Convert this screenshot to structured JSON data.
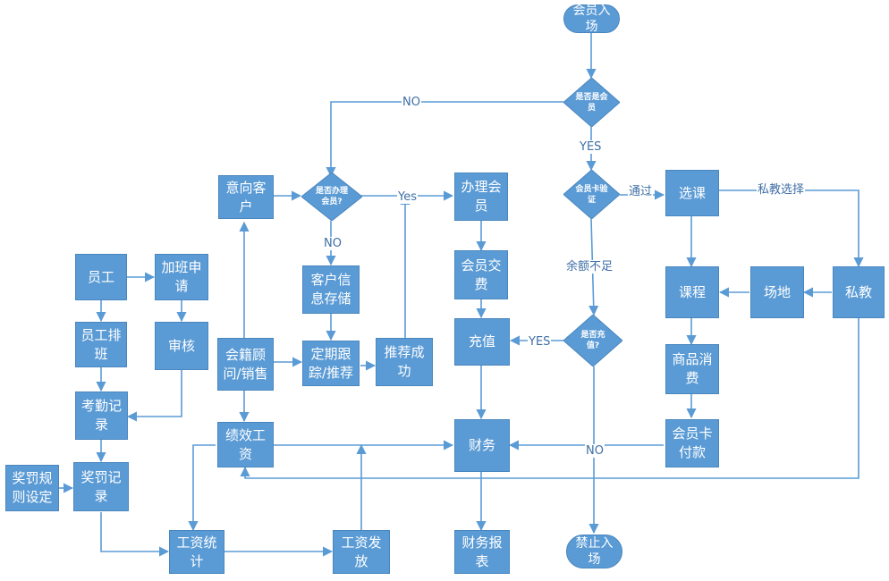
{
  "nodes": {
    "member_entry": "会员入\n场",
    "is_member": "是否是会\n员",
    "card_verify": "会员卡验\n证",
    "recharge_q": "是否充\n值?",
    "forbid": "禁止入\n场",
    "prospect": "意向客\n户",
    "join_q": "是否办理\n会员?",
    "join": "办理会\n员",
    "pay": "会员交\n费",
    "recharge": "充值",
    "finance": "财务",
    "finance_report": "财务报\n表",
    "customer_store": "客户信\n息存储",
    "followup": "定期跟\n踪/推荐",
    "recommend_ok": "推荐成\n功",
    "advisor": "会籍顾\n问/销售",
    "performance": "绩效工\n资",
    "salary_calc": "工资统\n计",
    "salary_pay": "工资发\n放",
    "staff": "员工",
    "overtime": "加班申\n请",
    "staff_shift": "员工排\n班",
    "review": "审核",
    "attendance": "考勤记\n录",
    "rewards_setting": "奖罚规\n则设定",
    "rewards_record": "奖罚记\n录",
    "select_course": "选课",
    "course": "课程",
    "venue": "场地",
    "private_coach": "私教",
    "goods": "商品消\n费",
    "card_pay": "会员卡\n付款"
  },
  "labels": {
    "no_top": "NO",
    "yes_mid": "YES",
    "pass": "通过",
    "private_select": "私教选择",
    "yes_join": "Yes",
    "no_join": "NO",
    "insufficient": "余额不足",
    "yes_recharge": "YES",
    "no_recharge": "NO"
  },
  "colors": {
    "node": "#5b9bd5",
    "border": "#4a86be",
    "edge": "#5b9bd5",
    "label": "#3f6fa6"
  }
}
